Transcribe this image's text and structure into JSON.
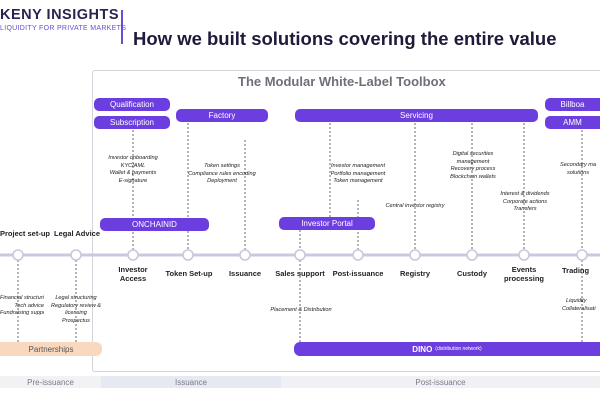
{
  "header": {
    "brand": "KENY INSIGHTS",
    "tagline": "LIQUIDITY FOR PRIVATE MARKETS",
    "title": "How we built solutions covering the entire value"
  },
  "toolbox": {
    "title": "The Modular White-Label Toolbox"
  },
  "modules": {
    "qualification": "Qualification",
    "subscription": "Subscription",
    "factory": "Factory",
    "servicing": "Servicing",
    "billboard": "Billboa",
    "amm": "AMM",
    "onchainid": "ONCHAINID",
    "investor_portal": "Investor Portal",
    "partnerships": "Partnerships",
    "dino": "DINO",
    "dino_note": "(distribution network)"
  },
  "notes": {
    "subscription": [
      "Investor onboarding",
      "KYC/AML",
      "Wallet & payments",
      "E-signature"
    ],
    "factory": [
      "Token settings",
      "Compliance rules encoding",
      "Deployment"
    ],
    "portal": [
      "Investor management",
      "Portfolio management",
      "Token management"
    ],
    "registry": [
      "Central investor registry"
    ],
    "custody": [
      "Digital securities",
      "management",
      "Recovery process",
      "Blockchain wallets"
    ],
    "events": [
      "Interest & dividends",
      "Corporate actions",
      "Transfers"
    ],
    "trading_top": [
      "Secondary ma",
      "solutions"
    ],
    "project": [
      "Financial structuring",
      "Tech advice",
      "Fundraising support"
    ],
    "legal": [
      "Legal structuring",
      "Regulatory review &",
      "licensing",
      "Prospectus"
    ],
    "sales": [
      "Placement & Distribution"
    ],
    "trading_bottom": [
      "Liquidity",
      "Collateralisati"
    ]
  },
  "stages": {
    "project": "Project set-up",
    "legal": "Legal Advice",
    "investor_access": [
      "Investor",
      "Access"
    ],
    "token_setup": "Token Set-up",
    "issuance": "Issuance",
    "sales_support": "Sales support",
    "post_issuance": "Post-issuance",
    "registry": "Registry",
    "custody": "Custody",
    "events": [
      "Events",
      "processing"
    ],
    "trading": "Trading"
  },
  "phases": {
    "pre": "Pre-issuance",
    "issuance": "Issuance",
    "post": "Post-issuance"
  },
  "colors": {
    "primary": "#6c3ee0",
    "partnerships": "#f8d9c0",
    "timeline": "#c7c9de",
    "phase_pre": "#f2f2f4",
    "phase_issuance": "#e6e8f2",
    "phase_post": "#f1f1f5"
  }
}
